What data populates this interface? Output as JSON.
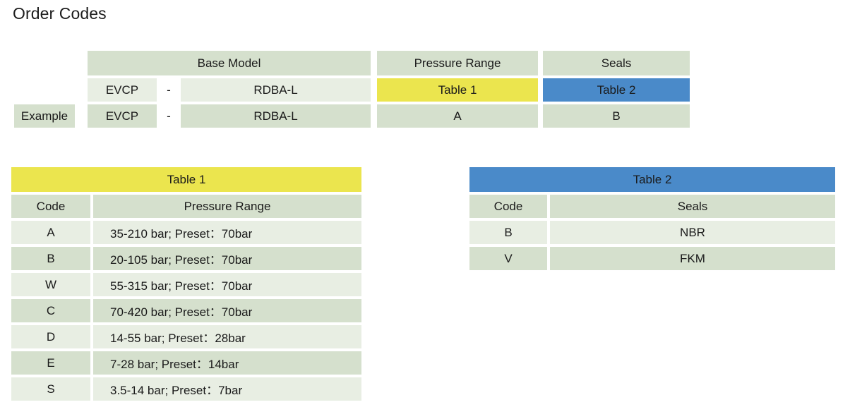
{
  "page": {
    "title": "Order Codes"
  },
  "colors": {
    "header_green": "#d5e0cd",
    "row_green_light": "#e8eee3",
    "table1_accent_yellow": "#ebe54e",
    "table2_accent_blue": "#4a8ac9",
    "text": "#1a1a1a"
  },
  "order_matrix": {
    "row_label": "Example",
    "group_headers": [
      {
        "label": "Base Model"
      },
      {
        "label": "Pressure Range"
      },
      {
        "label": "Seals"
      }
    ],
    "code_row": {
      "base_model_prefix": "EVCP",
      "separator": "-",
      "base_model_suffix": "RDBA-L",
      "pressure_range_ref": "Table 1",
      "seals_ref": "Table 2"
    },
    "example_row": {
      "base_model_prefix": "EVCP",
      "separator": "-",
      "base_model_suffix": "RDBA-L",
      "pressure_range_value": "A",
      "seals_value": "B"
    }
  },
  "table1": {
    "title": "Table 1",
    "columns": [
      "Code",
      "Pressure Range"
    ],
    "rows": [
      {
        "code": "A",
        "value": "35-210 bar;  Preset：70bar"
      },
      {
        "code": "B",
        "value": "20-105 bar;  Preset：70bar"
      },
      {
        "code": "W",
        "value": "55-315 bar;  Preset：70bar"
      },
      {
        "code": "C",
        "value": "70-420 bar;  Preset：70bar"
      },
      {
        "code": "D",
        "value": "14-55 bar;  Preset：28bar"
      },
      {
        "code": "E",
        "value": "7-28 bar;  Preset：14bar"
      },
      {
        "code": "S",
        "value": "3.5-14 bar;  Preset：7bar"
      }
    ]
  },
  "table2": {
    "title": "Table 2",
    "columns": [
      "Code",
      "Seals"
    ],
    "rows": [
      {
        "code": "B",
        "value": "NBR"
      },
      {
        "code": "V",
        "value": "FKM"
      }
    ]
  }
}
